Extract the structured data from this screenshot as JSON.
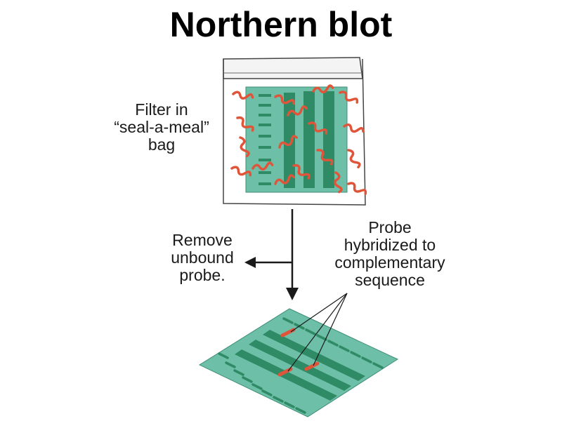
{
  "title": "Northern blot",
  "labels": {
    "filter_in_bag": "Filter in\n“seal-a-meal”\nbag",
    "remove_unbound": "Remove\nunbound\nprobe.",
    "probe_hybridized": "Probe\nhybridized to\ncomplementary\nsequence"
  },
  "colors": {
    "filter_fill": "#6ebfa8",
    "band_fill": "#2f8a66",
    "probe": "#e0553a",
    "arrow": "#1a1a1a",
    "bag_outline": "#444444"
  },
  "icons": [
    "wavy-probe-icon",
    "down-arrow-icon",
    "left-arrow-icon"
  ]
}
